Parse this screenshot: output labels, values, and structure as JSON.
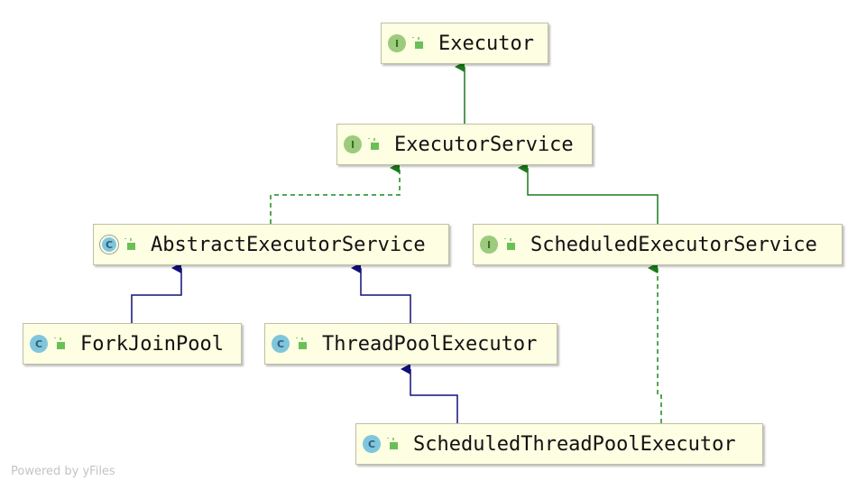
{
  "nodes": [
    {
      "id": "executor",
      "name": "Executor",
      "kind": "interface",
      "badge": "I"
    },
    {
      "id": "executor-service",
      "name": "ExecutorService",
      "kind": "interface",
      "badge": "I"
    },
    {
      "id": "abstract-executor-service",
      "name": "AbstractExecutorService",
      "kind": "abstract",
      "badge": "C"
    },
    {
      "id": "scheduled-executor-service",
      "name": "ScheduledExecutorService",
      "kind": "interface",
      "badge": "I"
    },
    {
      "id": "fork-join-pool",
      "name": "ForkJoinPool",
      "kind": "class",
      "badge": "C"
    },
    {
      "id": "thread-pool-executor",
      "name": "ThreadPoolExecutor",
      "kind": "class",
      "badge": "C"
    },
    {
      "id": "scheduled-thread-pool-executor",
      "name": "ScheduledThreadPoolExecutor",
      "kind": "class",
      "badge": "C"
    }
  ],
  "edges": [
    {
      "from": "executor-service",
      "to": "executor",
      "type": "interface-extends"
    },
    {
      "from": "abstract-executor-service",
      "to": "executor-service",
      "type": "implements"
    },
    {
      "from": "scheduled-executor-service",
      "to": "executor-service",
      "type": "interface-extends"
    },
    {
      "from": "fork-join-pool",
      "to": "abstract-executor-service",
      "type": "extends"
    },
    {
      "from": "thread-pool-executor",
      "to": "abstract-executor-service",
      "type": "extends"
    },
    {
      "from": "scheduled-thread-pool-executor",
      "to": "thread-pool-executor",
      "type": "extends"
    },
    {
      "from": "scheduled-thread-pool-executor",
      "to": "scheduled-executor-service",
      "type": "implements"
    }
  ],
  "colors": {
    "interface_extends": "#1b7a1b",
    "implements": "#1b8a1b",
    "extends": "#10107a",
    "node_fill": "#fefee2",
    "interface_badge": "#9ccb7d",
    "class_badge": "#7fc6dd",
    "lock": "#6bbf59"
  },
  "footer": "Powered by yFiles"
}
